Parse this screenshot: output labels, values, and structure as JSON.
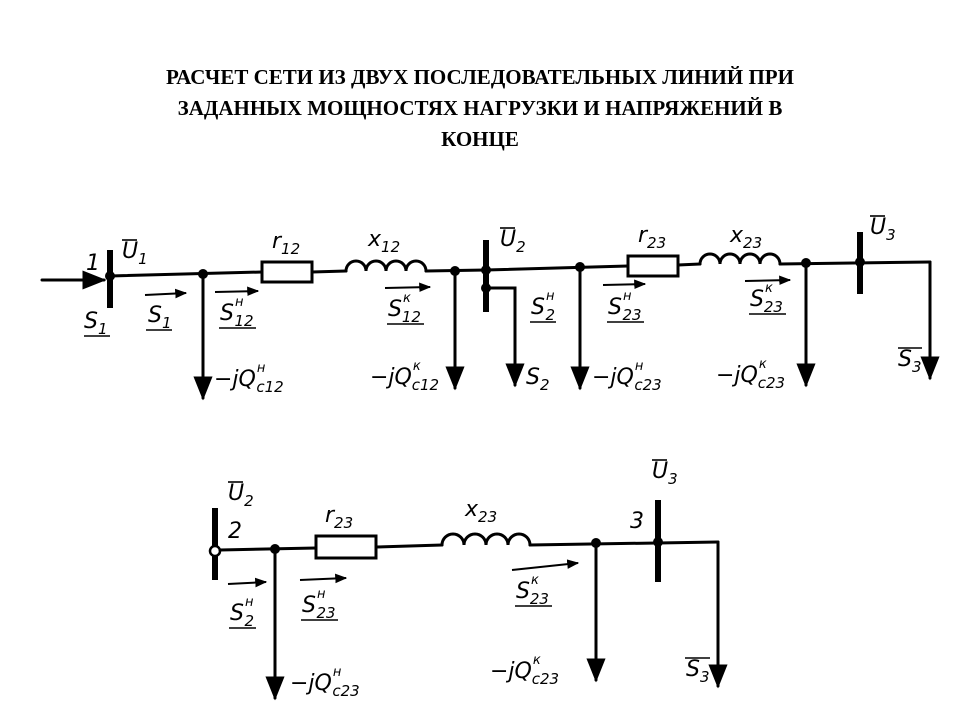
{
  "title": {
    "line1": "РАСЧЕТ СЕТИ ИЗ ДВУХ ПОСЛЕДОВАТЕЛЬНЫХ ЛИНИЙ ПРИ",
    "line2": "ЗАДАННЫХ МОЩНОСТЯХ НАГРУЗКИ И НАПРЯЖЕНИЙ В",
    "line3": "КОНЦЕ"
  },
  "top": {
    "node1": "1",
    "U1": {
      "main": "U",
      "sub": "1"
    },
    "r12": {
      "main": "r",
      "sub": "12"
    },
    "x12": {
      "main": "x",
      "sub": "12"
    },
    "U2": {
      "main": "U",
      "sub": "2"
    },
    "r23": {
      "main": "r",
      "sub": "23"
    },
    "x23": {
      "main": "x",
      "sub": "23"
    },
    "U3": {
      "main": "U",
      "sub": "3"
    },
    "S1_in": {
      "main": "S",
      "sub": "1"
    },
    "S1_flow": {
      "main": "S",
      "sub": "1"
    },
    "S12n": {
      "main": "S",
      "sub": "12",
      "sup": "н"
    },
    "S12k": {
      "main": "S",
      "sub": "12",
      "sup": "к"
    },
    "S2n": {
      "main": "S",
      "sub": "2",
      "sup": "н"
    },
    "S23n": {
      "main": "S",
      "sub": "23",
      "sup": "н"
    },
    "S23k": {
      "main": "S",
      "sub": "23",
      "sup": "к"
    },
    "Qc12n": {
      "main": "−jQ",
      "sub": "c12",
      "sup": "н"
    },
    "Qc12k": {
      "main": "−jQ",
      "sub": "c12",
      "sup": "к"
    },
    "S2": {
      "main": "S",
      "sub": "2"
    },
    "Qc23n": {
      "main": "−jQ",
      "sub": "c23",
      "sup": "н"
    },
    "Qc23k": {
      "main": "−jQ",
      "sub": "c23",
      "sup": "к"
    },
    "S3": {
      "main": "S",
      "sub": "3"
    }
  },
  "bottom": {
    "U2": {
      "main": "U",
      "sub": "2"
    },
    "node2": "2",
    "r23": {
      "main": "r",
      "sub": "23"
    },
    "x23": {
      "main": "x",
      "sub": "23"
    },
    "U3": {
      "main": "U",
      "sub": "3"
    },
    "node3": "3",
    "S2n": {
      "main": "S",
      "sub": "2",
      "sup": "н"
    },
    "S23n": {
      "main": "S",
      "sub": "23",
      "sup": "н"
    },
    "S23k": {
      "main": "S",
      "sub": "23",
      "sup": "к"
    },
    "Qc23n": {
      "main": "−jQ",
      "sub": "c23",
      "sup": "н"
    },
    "Qc23k": {
      "main": "−jQ",
      "sub": "c23",
      "sup": "к"
    },
    "S3": {
      "main": "S",
      "sub": "3"
    }
  }
}
